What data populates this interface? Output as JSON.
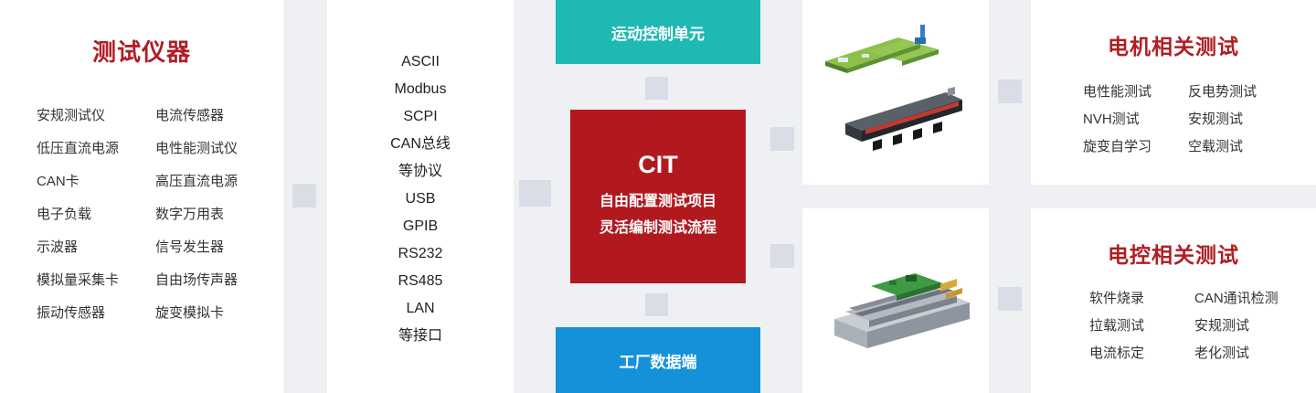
{
  "diagram": {
    "colors": {
      "background": "#eef0f4",
      "panel": "#ffffff",
      "title_red": "#b01e24",
      "motion_teal": "#1db9b2",
      "cit_red": "#b2191f",
      "factory_blue": "#1591da",
      "connector_gray": "#d9dde6"
    },
    "instruments": {
      "title": "测试仪器",
      "col1": [
        "安规测试仪",
        "低压直流电源",
        "CAN卡",
        "电子负载",
        "示波器",
        "模拟量采集卡",
        "振动传感器"
      ],
      "col2": [
        "电流传感器",
        "电性能测试仪",
        "高压直流电源",
        "数字万用表",
        "信号发生器",
        "自由场传声器",
        "旋变模拟卡"
      ]
    },
    "protocols": {
      "items": [
        "ASCII",
        "Modbus",
        "SCPI",
        "CAN总线",
        "等协议",
        "USB",
        "GPIB",
        "RS232",
        "RS485",
        "LAN",
        "等接口"
      ]
    },
    "center": {
      "motion_box": "运动控制单元",
      "cit_title": "CIT",
      "cit_line1": "自由配置测试项目",
      "cit_line2": "灵活编制测试流程",
      "factory_box": "工厂数据端"
    },
    "motor_tests": {
      "title": "电机相关测试",
      "col1": [
        "电性能测试",
        "NVH测试",
        "旋变自学习"
      ],
      "col2": [
        "反电势测试",
        "安规测试",
        "空载测试"
      ]
    },
    "controller_tests": {
      "title": "电控相关测试",
      "col1": [
        "软件烧录",
        "拉载测试",
        "电流标定"
      ],
      "col2": [
        "CAN通讯检测",
        "安规测试",
        "老化测试"
      ]
    }
  }
}
